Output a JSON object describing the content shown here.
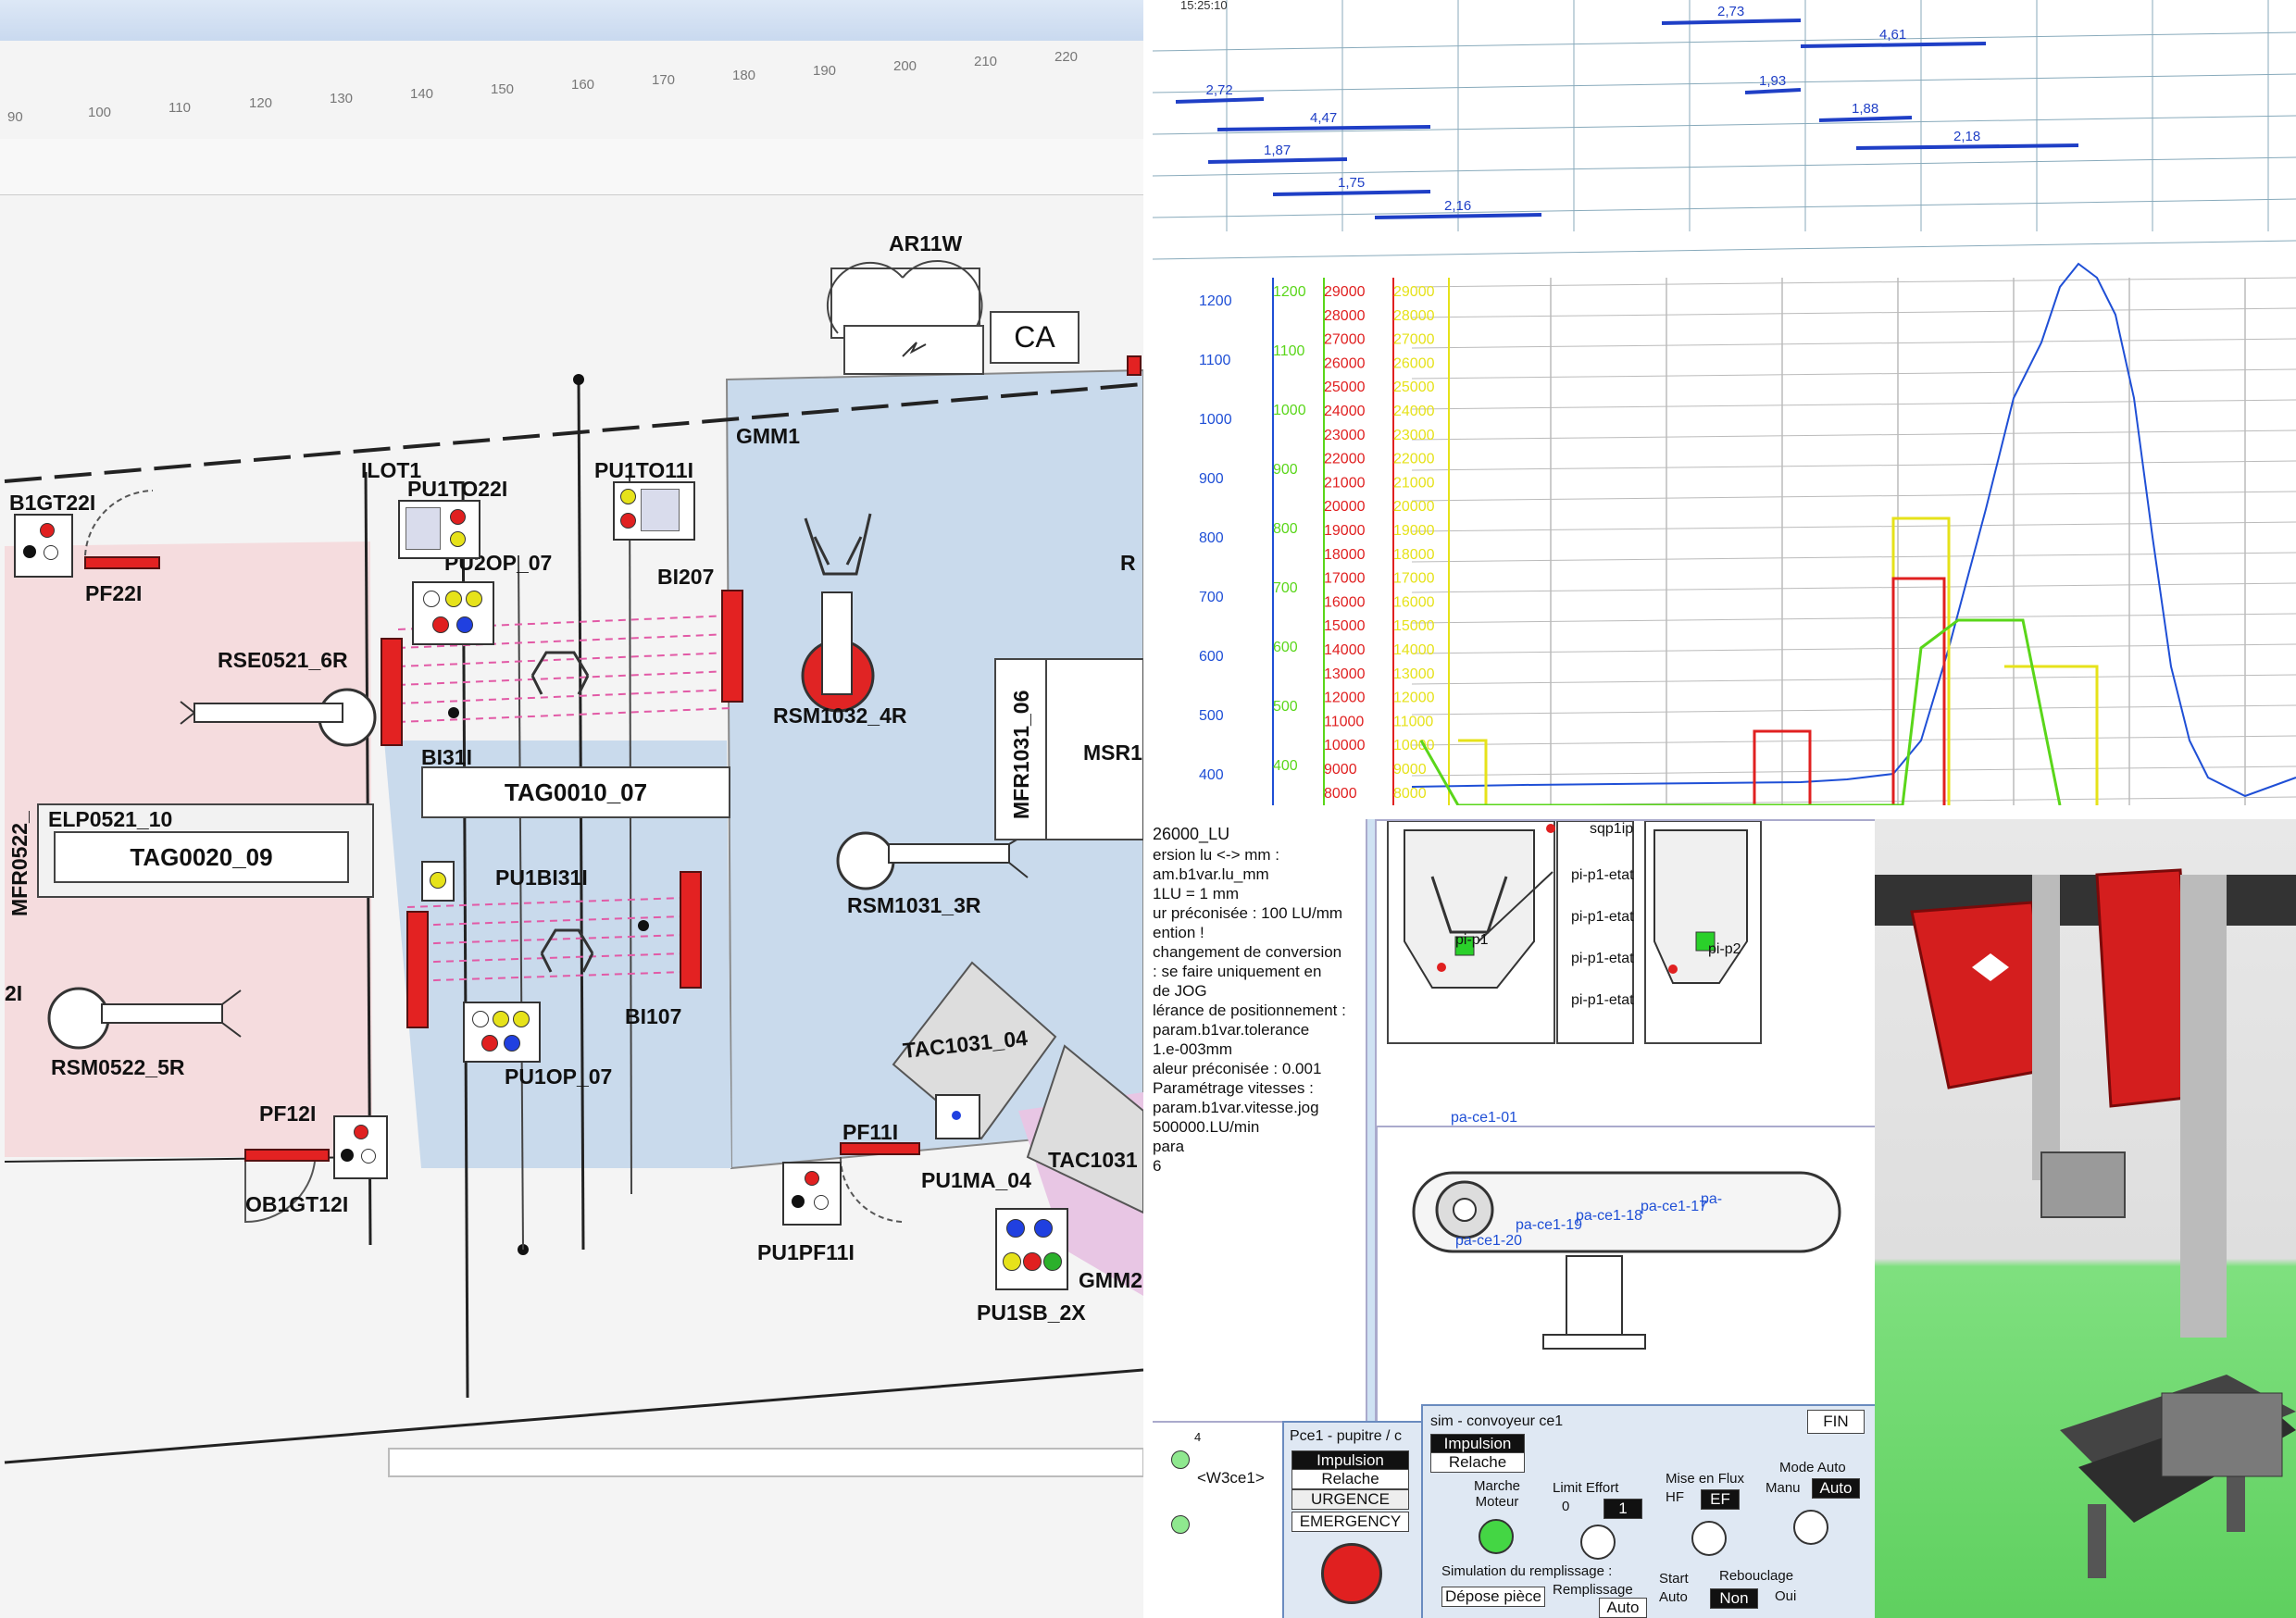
{
  "layout_view": {
    "ruler_ticks": [
      "90",
      "100",
      "110",
      "120",
      "130",
      "140",
      "150",
      "160",
      "170",
      "180",
      "190",
      "200",
      "210",
      "220"
    ],
    "labels": {
      "ar11w": "AR11W",
      "ca": "CA",
      "ilot1": "ILOT1",
      "gmm1": "GMM1",
      "b1gt22i": "B1GT22I",
      "pf22i": "PF22I",
      "pu1to22i": "PU1TO22I",
      "pu2op07": "PU2OP_07",
      "pu1to11i": "PU1TO11I",
      "bi207": "BI207",
      "rse0521": "RSE0521_6R",
      "rsm1032": "RSM1032_4R",
      "bi31i": "BI31I",
      "tag0010": "TAG0010_07",
      "elp0521": "ELP0521_10",
      "tag0020": "TAG0020_09",
      "mfr0522": "MFR0522_",
      "mfr1031": "MFR1031_06",
      "msr": "MSR1",
      "pu1bi31i": "PU1BI31I",
      "rsm1031": "RSM1031_3R",
      "rsm0522": "RSM0522_5R",
      "bi107": "BI107",
      "pu1op07": "PU1OP_07",
      "tac1031_04": "TAC1031_04",
      "pf12i": "PF12I",
      "ob1gt12i": "OB1GT12I",
      "pf11i": "PF11I",
      "pu1ma04": "PU1MA_04",
      "tac1031": "TAC1031",
      "pu1pf11i": "PU1PF11I",
      "gmm2": "GMM2",
      "pu1sb2x": "PU1SB_2X",
      "r": "R",
      "i2": "2I"
    }
  },
  "timing_view": {
    "top_text": "15:25:10",
    "durations": [
      "2,73",
      "4,61",
      "2,72",
      "1,93",
      "4,47",
      "1,88",
      "1,87",
      "2,18",
      "1,75",
      "2,16"
    ],
    "axis_blue": [
      "1200",
      "1100",
      "1000",
      "900",
      "800",
      "700",
      "600",
      "500",
      "400"
    ],
    "axis_green": [
      "1200",
      "1100",
      "1000",
      "900",
      "800",
      "700",
      "600",
      "500",
      "400"
    ],
    "axis_red": [
      "29000",
      "28000",
      "27000",
      "26000",
      "25000",
      "24000",
      "23000",
      "22000",
      "21000",
      "20000",
      "19000",
      "18000",
      "17000",
      "16000",
      "15000",
      "14000",
      "13000",
      "12000",
      "11000",
      "10000",
      "9000",
      "8000"
    ],
    "axis_yellow": [
      "29000",
      "28000",
      "27000",
      "26000",
      "25000",
      "24000",
      "23000",
      "22000",
      "21000",
      "20000",
      "19000",
      "18000",
      "17000",
      "16000",
      "15000",
      "14000",
      "13000",
      "12000",
      "11000",
      "10000",
      "9000",
      "8000"
    ],
    "colors": {
      "blue": "#1f4fd6",
      "green": "#5ad61a",
      "red": "#e02020",
      "yellow": "#e6e21a"
    }
  },
  "sim_view": {
    "param_value": "26000_LU",
    "param_lines": [
      "ersion lu <-> mm :",
      "am.b1var.lu_mm",
      "1LU = 1 mm",
      "ur préconisée : 100 LU/mm",
      "ention !",
      "changement de conversion",
      ": se faire uniquement en",
      "de JOG",
      "lérance de positionnement :",
      "param.b1var.tolerance",
      "1.e-003mm",
      "aleur préconisée : 0.001",
      "Paramétrage vitesses :",
      "param.b1var.vitesse.jog",
      "500000.LU/min",
      "para",
      "6"
    ],
    "diagram_labels": [
      "sqp1ip",
      "pi-p1-etat",
      "pi-p1-etat",
      "pi-p1-etat",
      "pi-p1-etat",
      "pi-p1",
      "pi-p2"
    ],
    "conveyor_labels": [
      "pa-ce1-01",
      "pa-ce1-20",
      "pa-ce1-19",
      "pa-ce1-18",
      "pa-ce1-17",
      "pa-"
    ],
    "side_labels": [
      "<W3ce1>",
      "4"
    ],
    "pupitre": {
      "title": "Pce1 - pupitre / c",
      "impulsion": "Impulsion",
      "relache": "Relache",
      "urgence": "URGENCE",
      "emergency": "EMERGENCY"
    },
    "convoyeur": {
      "title": "sim - convoyeur ce1",
      "fin": "FIN",
      "impulsion": "Impulsion",
      "relache": "Relache",
      "marche_moteur": "Marche\nMoteur",
      "limit_effort": "Limit Effort",
      "limit_0": "0",
      "limit_1": "1",
      "mise_en_flux": "Mise en Flux",
      "hf": "HF",
      "ef": "EF",
      "mode_auto": "Mode Auto",
      "manu": "Manu",
      "auto": "Auto",
      "simulation": "Simulation du remplissage :",
      "depose": "Dépose pièce",
      "remplissage": "Remplissage",
      "remplissage_auto": "Auto",
      "start": "Start",
      "start_auto": "Auto",
      "rebouclage": "Rebouclage",
      "non": "Non",
      "oui": "Oui"
    }
  }
}
